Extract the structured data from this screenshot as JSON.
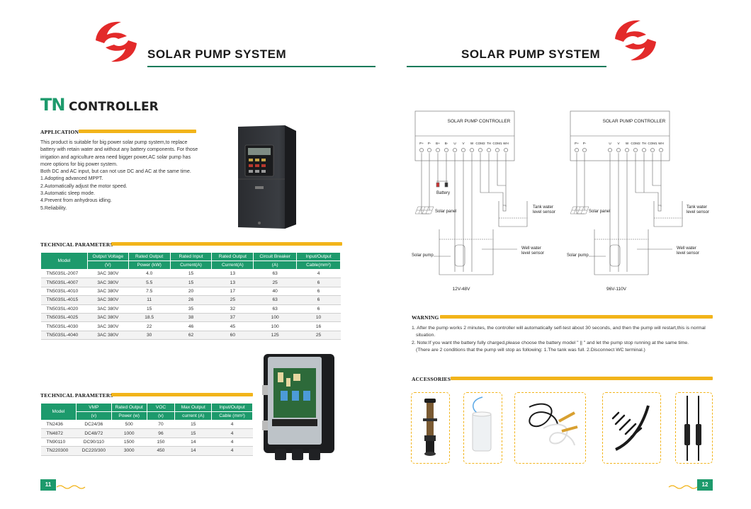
{
  "header": {
    "left_brand": "SOLAR PUMP SYSTEM",
    "right_brand": "SOLAR PUMP SYSTEM",
    "logo_color": "#e32a2a",
    "line_color": "#117a5a"
  },
  "title": {
    "prefix": "TN",
    "suffix": "CONTROLLER"
  },
  "application": {
    "heading": "APPLICATION",
    "lines": [
      "This product is suitable for big power solar pump system,to replace",
      "battery with retain water and without any battery components. For those",
      "irrigation and agriculture area need bigger power,AC solar pump has",
      "more options for big power system.",
      "Both DC and AC input, but can not use DC and AC at the same time.",
      "1.Adopting advanced MPPT.",
      "2.Automatically adjust the motor speed.",
      "3.Automatic sleep mode.",
      "4.Prevent from anhydrous idling.",
      "5.Reliability."
    ]
  },
  "tech1": {
    "heading": "TECHNICAL PARAMETERS",
    "col_model": "Model",
    "headers_top": [
      "Output Voltage",
      "Rated Output",
      "Rated Input",
      "Rated Output",
      "Circuit Breaker",
      "Input/Output"
    ],
    "headers_bottom": [
      "(V)",
      "Power (kW)",
      "Current(A)",
      "Current(A)",
      "(A)",
      "Cable(mm²)"
    ],
    "rows": [
      [
        "TN503SL-2007",
        "3AC 380V",
        "4.0",
        "15",
        "13",
        "63",
        "4"
      ],
      [
        "TN503SL-4007",
        "3AC 380V",
        "5.5",
        "15",
        "13",
        "25",
        "6"
      ],
      [
        "TN503SL-4010",
        "3AC 380V",
        "7.5",
        "20",
        "17",
        "40",
        "6"
      ],
      [
        "TN503SL-4015",
        "3AC 380V",
        "11",
        "26",
        "25",
        "63",
        "6"
      ],
      [
        "TN503SL-4020",
        "3AC 380V",
        "15",
        "35",
        "32",
        "63",
        "6"
      ],
      [
        "TN503SL-4025",
        "3AC 380V",
        "18.5",
        "38",
        "37",
        "100",
        "10"
      ],
      [
        "TN503SL-4030",
        "3AC 380V",
        "22",
        "46",
        "45",
        "100",
        "16"
      ],
      [
        "TN503SL-4040",
        "3AC 380V",
        "30",
        "62",
        "60",
        "125",
        "25"
      ]
    ]
  },
  "tech2": {
    "heading": "TECHNICAL PARAMETERS",
    "col_model": "Model",
    "headers_top": [
      "VMP",
      "Rated Output",
      "VOC",
      "Max Output",
      "Input/Output"
    ],
    "headers_bottom": [
      "(v)",
      "Power (w)",
      "(v)",
      "current (A)",
      "Cable (mm²)"
    ],
    "rows": [
      [
        "TN2436",
        "DC24/36",
        "500",
        "70",
        "15",
        "4"
      ],
      [
        "TN4872",
        "DC48/72",
        "1000",
        "96",
        "15",
        "4"
      ],
      [
        "TN90110",
        "DC90/110",
        "1500",
        "150",
        "14",
        "4"
      ],
      [
        "TN220300",
        "DC220/300",
        "3000",
        "450",
        "14",
        "4"
      ]
    ]
  },
  "diagram_left": {
    "title": "SOLAR PUMP CONTROLLER",
    "terminals": [
      "P+",
      "P-",
      "B+",
      "B-",
      "U",
      "V",
      "W",
      "COM2",
      "TH",
      "COM1",
      "WH"
    ],
    "battery": "Battery",
    "solar_panel": "Solar panel",
    "tank_sensor": [
      "Tank water",
      "level sensor"
    ],
    "solar_pump": "Solar pump",
    "well_sensor": [
      "Well water",
      "level sensor"
    ],
    "voltage": "12V-48V"
  },
  "diagram_right": {
    "title": "SOLAR PUMP CONTROLLER",
    "terminals": [
      "P+",
      "P-",
      "U",
      "V",
      "W",
      "COM2",
      "TH",
      "COM1",
      "WH"
    ],
    "solar_panel": "Solar panel",
    "tank_sensor": [
      "Tank water",
      "level sensor"
    ],
    "solar_pump": "Solar pump",
    "well_sensor": [
      "Well water",
      "level sensor"
    ],
    "voltage": "96V-110V"
  },
  "warning": {
    "heading": "WARNING",
    "lines": [
      "1. After the pump works 2 minutes, the controller will automatically self-test about 30 seconds, and then the pump will restart,this is normal",
      "situation.",
      "2. Note:If you want the battery fully charged,please choose the battery model \" || \" and let the pump stop running at the same time.",
      "(There are 2 conditions that the pump will stop as following: 1.The tank was full. 2.Disconnect WC terminal.)"
    ]
  },
  "accessories": {
    "heading": "ACCESSORIES"
  },
  "pages": {
    "left": "11",
    "right": "12"
  },
  "colors": {
    "green": "#1d9a6c",
    "yellow": "#f2b41a",
    "red": "#e32a2a"
  }
}
